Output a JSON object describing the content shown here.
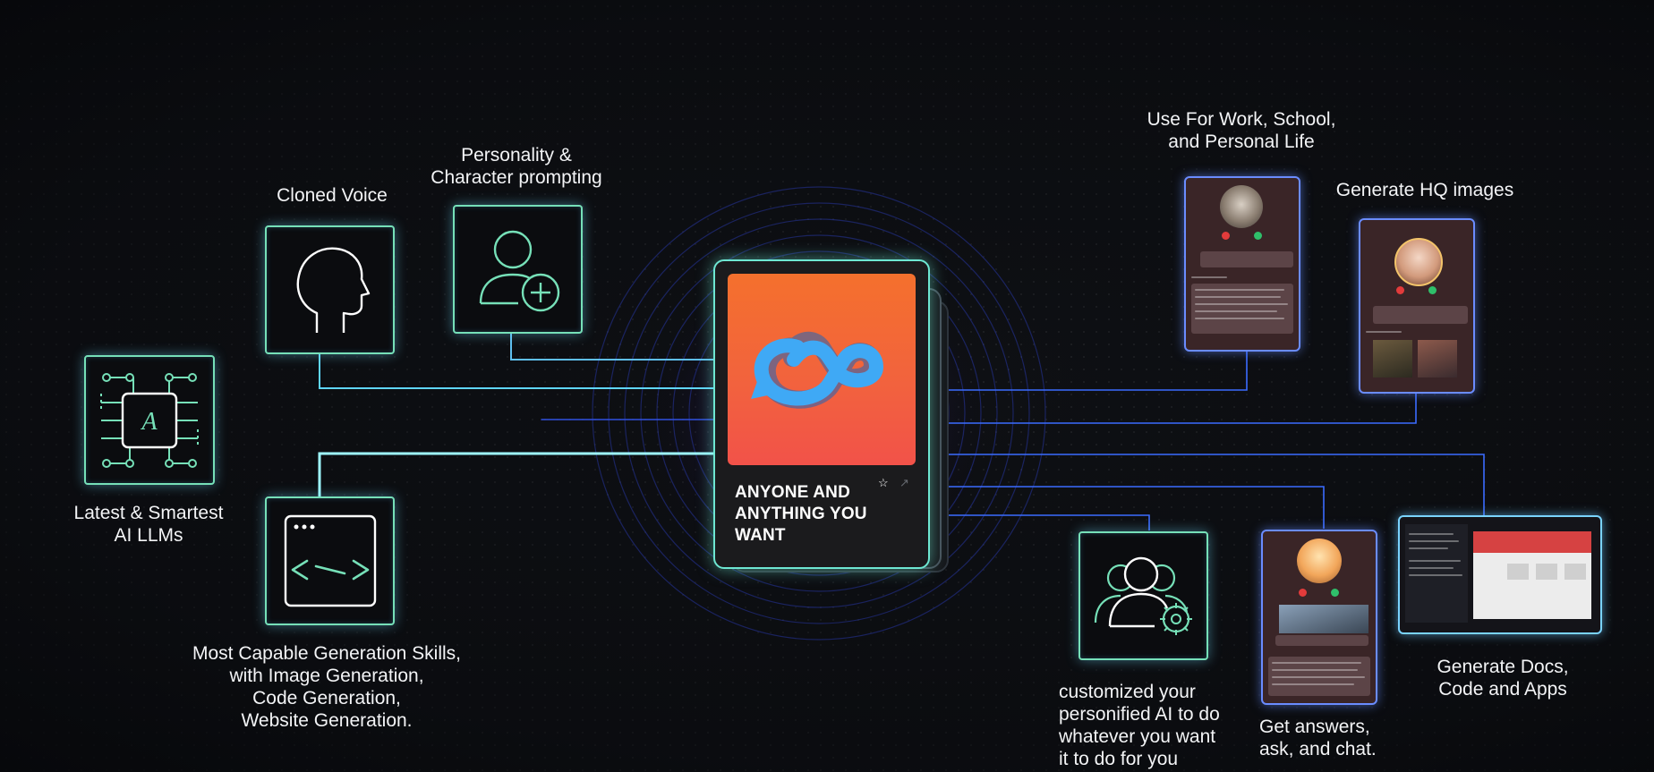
{
  "labels": {
    "cloned_voice": "Cloned Voice",
    "personality": [
      "Personality &",
      "Character prompting"
    ],
    "latest_llms": [
      "Latest & Smartest",
      "AI LLMs"
    ],
    "generation_skills": [
      "Most Capable Generation Skills,",
      "with Image Generation,",
      "Code Generation,",
      "Website Generation."
    ],
    "work_school": [
      "Use For Work, School,",
      "and Personal Life"
    ],
    "hq_images": "Generate HQ images",
    "customized_ai": [
      "customized your",
      "personified AI to do",
      "whatever you want",
      "it to do for you"
    ],
    "get_answers": [
      "Get answers,",
      "ask, and chat."
    ],
    "docs_code_apps": [
      "Generate Docs,",
      "Code and Apps"
    ]
  },
  "card": {
    "title": [
      "ANYONE AND",
      "ANYTHING YOU",
      "WANT"
    ],
    "icons": [
      "star-icon",
      "share-arrow-icon"
    ]
  },
  "chip_text": "A",
  "colors": {
    "accent_green": "#76e0b8",
    "wire_blue": "#3b6cff",
    "glow_white": "#e8fbff",
    "card_orange": "#f4702d",
    "infinity_blue": "#3fa9f5"
  },
  "icons": {
    "cloned_voice": "head-profile-icon",
    "personality": "user-add-icon",
    "llms": "circuit-chip-icon",
    "generation": "code-window-icon",
    "customized": "users-gear-icon",
    "logo": "infinity-logo-icon"
  }
}
